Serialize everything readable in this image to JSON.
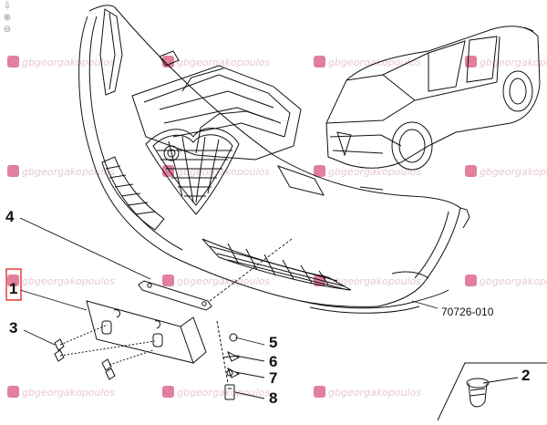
{
  "viewer": {
    "controls": [
      {
        "name": "download-icon",
        "glyph": "⇩"
      },
      {
        "name": "zoom-in-icon",
        "glyph": "⊕"
      },
      {
        "name": "zoom-out-icon",
        "glyph": "⊖"
      }
    ]
  },
  "diagram": {
    "callouts": {
      "c1": "1",
      "c2": "2",
      "c3": "3",
      "c4": "4",
      "c5": "5",
      "c6": "6",
      "c7": "7",
      "c8": "8"
    },
    "highlighted_callout": "1",
    "highlight_color": "#e02020",
    "part_number": "70726-010"
  },
  "watermark": {
    "text": "gbgeorgakopoulos",
    "color": "#e7c9d6",
    "logo_color": "#c8174b"
  }
}
